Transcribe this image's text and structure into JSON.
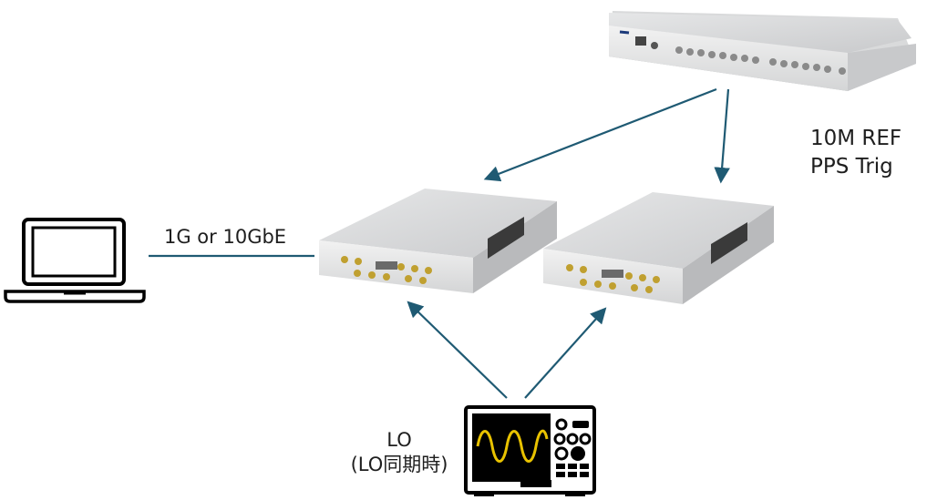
{
  "labels": {
    "link": "1G or 10GbE",
    "ref_line1": "10M REF",
    "ref_line2": "PPS Trig",
    "lo_line1": "LO",
    "lo_line2": "(LO同期時)"
  },
  "icons": {
    "laptop": "laptop-icon",
    "clock_module": "clock-distribution-module",
    "usrp": "usrp-radio-device",
    "signal_generator": "signal-generator-icon"
  },
  "colors": {
    "arrow": "#1f5a73",
    "link_line": "#1f5a73",
    "device_body": "#d9dadb",
    "waveform": "#e8c200"
  }
}
